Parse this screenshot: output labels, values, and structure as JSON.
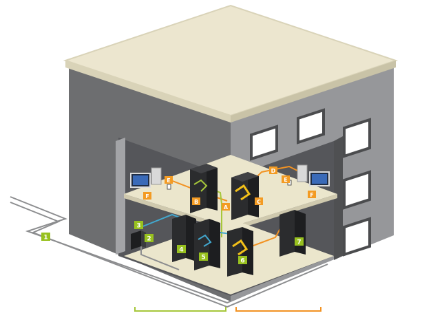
{
  "colors": {
    "roof": "#ece6cf",
    "roof_edge": "#d9d3b8",
    "wall_left": "#6d6e70",
    "wall_right": "#96979a",
    "wall_dark": "#4f5052",
    "floor": "#ebe6cc",
    "window": "#ffffff",
    "window_frame": "#4b4c4e",
    "green_cable": "#a6c73a",
    "orange_cable": "#f29222",
    "blue_cable": "#42a8cf",
    "gray_cable": "#8c8d8f",
    "green_label": "#98c11f",
    "orange_label": "#f39b23",
    "rack": "#2b2c2e"
  },
  "labels": {
    "l1": "1",
    "l2": "2",
    "l3": "3",
    "l4": "4",
    "l5": "5",
    "l6": "6",
    "l7": "7",
    "lA": "A",
    "lB": "B",
    "lC": "C",
    "lD": "D",
    "lE1": "E",
    "lE2": "E",
    "lF1": "F",
    "lF2": "F"
  }
}
